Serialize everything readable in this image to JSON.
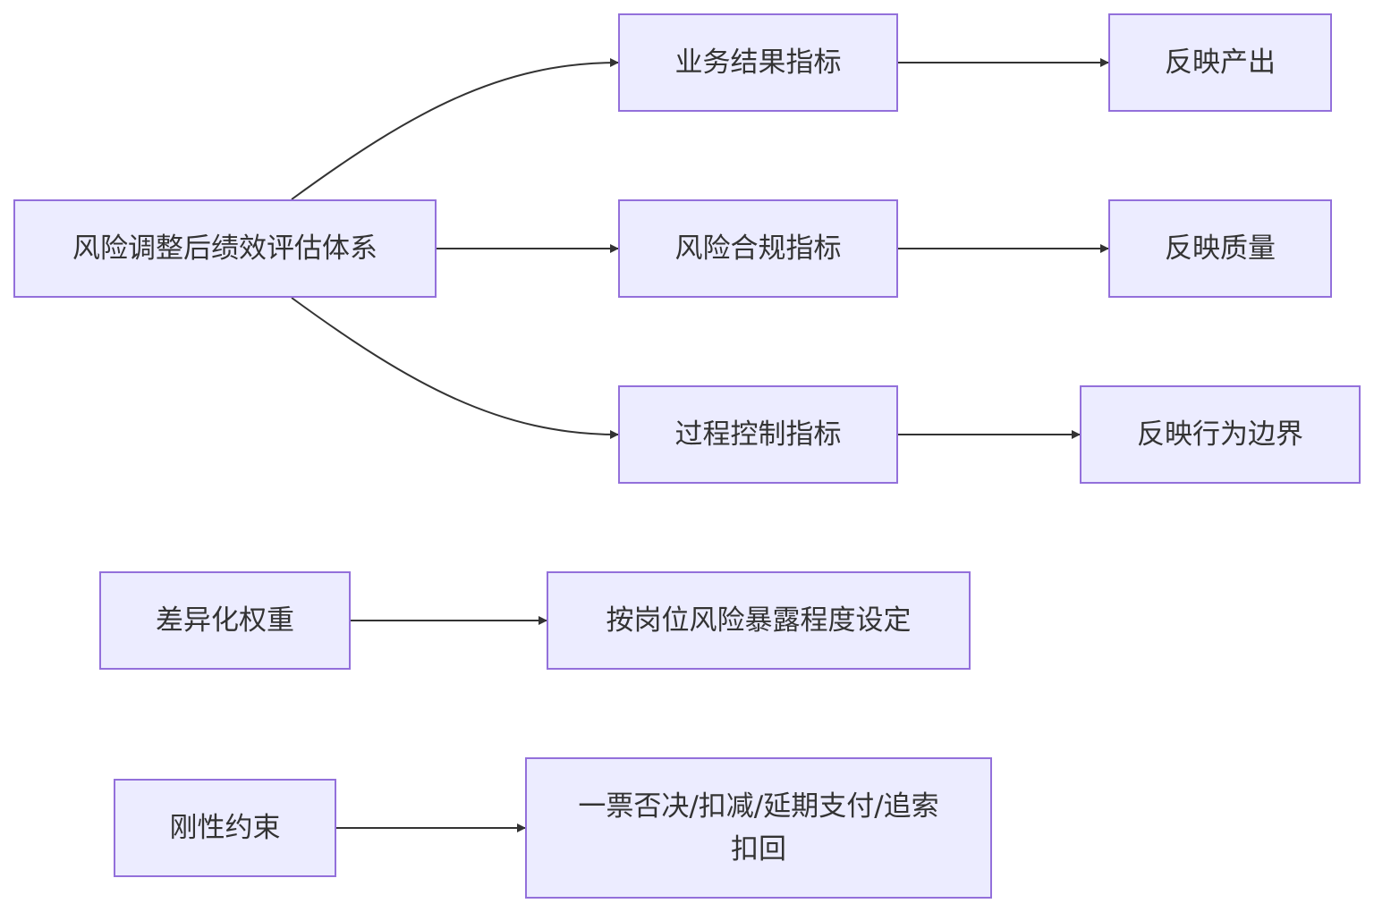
{
  "diagram": {
    "colors": {
      "node_fill": "#ECECFF",
      "node_border": "#9370DB",
      "edge": "#333333",
      "text": "#333333"
    },
    "nodes": {
      "root": "风险调整后绩效评估体系",
      "business": "业务结果指标",
      "risk": "风险合规指标",
      "process": "过程控制指标",
      "output": "反映产出",
      "quality": "反映质量",
      "boundary": "反映行为边界",
      "weight": "差异化权重",
      "weight_detail": "按岗位风险暴露程度设定",
      "constraint": "刚性约束",
      "constraint_detail": "一票否决/扣减/延期支付/追索扣回"
    }
  }
}
